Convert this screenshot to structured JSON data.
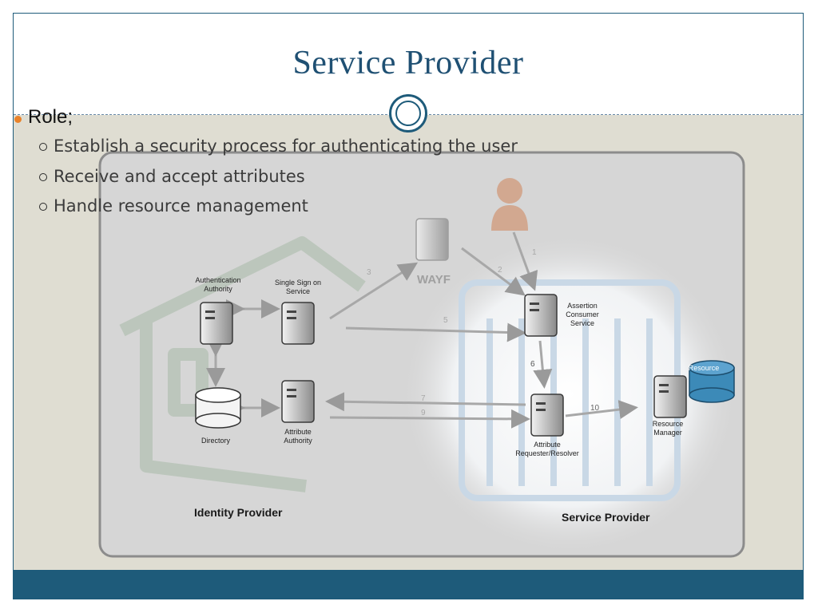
{
  "slide": {
    "title": "Service Provider",
    "bullets": [
      {
        "text": "Role;",
        "sub": [
          "Establish a security process for authenticating the user",
          "Receive and accept attributes",
          "Handle resource management"
        ]
      }
    ]
  },
  "diagram": {
    "nodes": {
      "auth_authority": "Authentication\nAuthority",
      "sso": "Single Sign on\nService",
      "wayf": "WAYF",
      "directory": "Directory",
      "attr_authority": "Attribute\nAuthority",
      "acs": "Assertion\nConsumer\nService",
      "attr_requester": "Attribute\nRequester/Resolver",
      "resource": "Resource",
      "resource_manager": "Resource\nManager"
    },
    "steps": [
      "1",
      "2",
      "3",
      "5",
      "6",
      "7",
      "9",
      "10"
    ],
    "labels": {
      "idp": "Identity Provider",
      "sp": "Service Provider"
    }
  },
  "colors": {
    "title": "#1f5073",
    "footer": "#1e5b7a",
    "background_band": "#dfddd2",
    "bullet_primary": "#e9822a",
    "diagram_bg": "#d6d6d6"
  }
}
